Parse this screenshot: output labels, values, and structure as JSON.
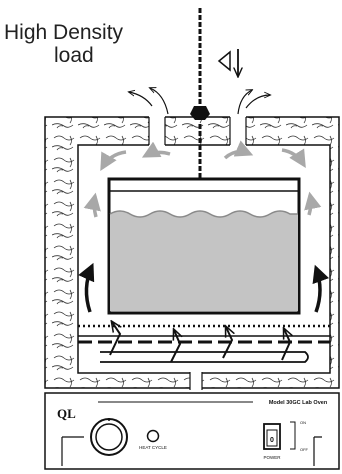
{
  "labels": {
    "title_line1": "High Density",
    "title_line2": "load",
    "model": "Model 30GC Lab Oven",
    "heat_cycle": "HEAT CYCLE",
    "power": "POWER",
    "switch_on": "ON",
    "switch_off": "OFF",
    "switch_symbol": "0",
    "brand_logo_text": "QL"
  },
  "icons": [
    "weight-hook-icon",
    "direction-indicator-icon",
    "airflow-arrow-icon",
    "heat-arrow-icon",
    "dial-knob-icon",
    "indicator-light-icon",
    "power-switch-icon",
    "brand-logo-icon"
  ],
  "colors": {
    "line": "#111111",
    "liquid": "#c4c4c4",
    "wave": "#8a8a8a",
    "gray_arrow": "#a8a8a8"
  }
}
